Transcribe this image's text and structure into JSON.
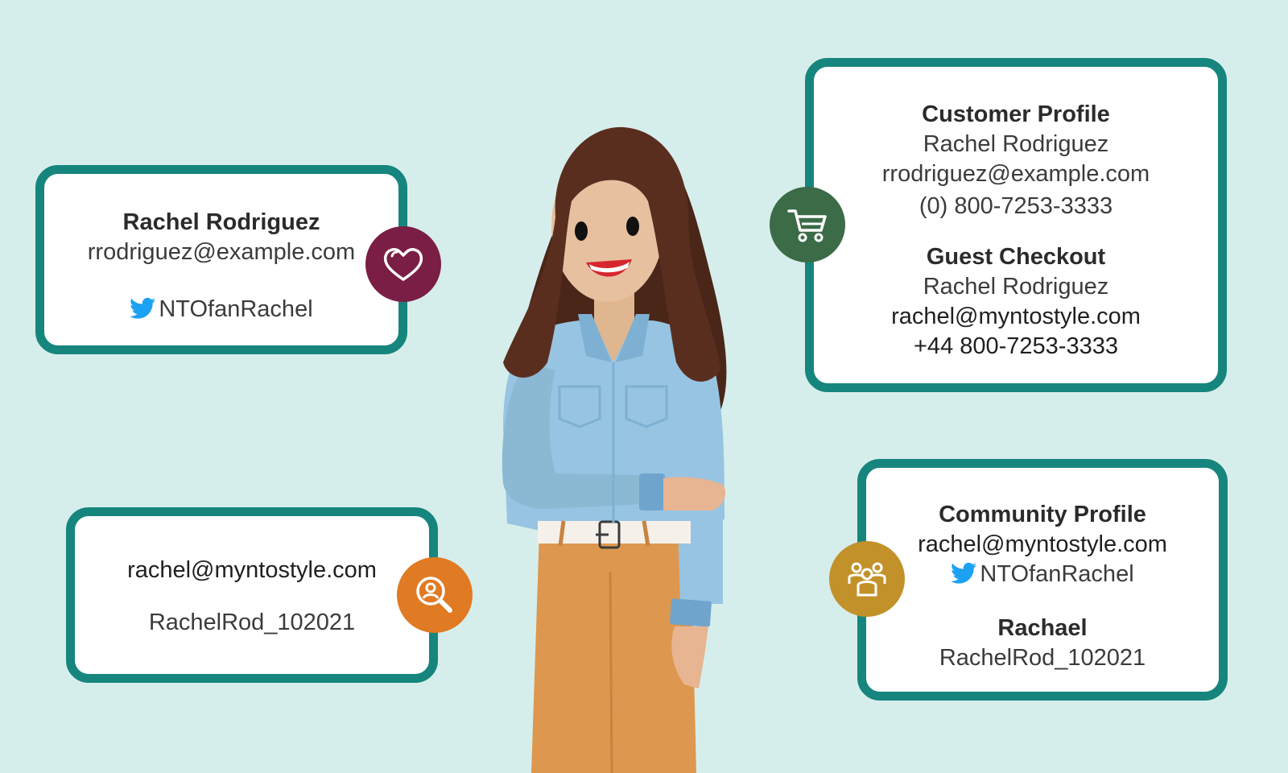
{
  "cards": {
    "left_top": {
      "name": "Rachel Rodriguez",
      "email": "rrodriguez@example.com",
      "twitter": "NTOfanRachel",
      "icon": "heart-icon",
      "icon_color": "#7a1e45"
    },
    "left_bottom": {
      "email": "rachel@myntostyle.com",
      "username": "RachelRod_102021",
      "icon": "search-person-icon",
      "icon_color": "#e07a23"
    },
    "right_top": {
      "customer_title": "Customer Profile",
      "customer_name": "Rachel Rodriguez",
      "customer_email": "rrodriguez@example.com",
      "customer_phone": "(0) 800-7253-3333",
      "guest_title": "Guest Checkout",
      "guest_name": "Rachel Rodriguez",
      "guest_email": "rachel@myntostyle.com",
      "guest_phone": "+44 800-7253-3333",
      "icon": "cart-icon",
      "icon_color": "#3b6b47"
    },
    "right_bottom": {
      "title": "Community Profile",
      "email": "rachel@myntostyle.com",
      "twitter": "NTOfanRachel",
      "nickname": "Rachael",
      "username": "RachelRod_102021",
      "icon": "community-icon",
      "icon_color": "#c39129"
    }
  },
  "colors": {
    "background": "#d6eeeb",
    "card_border": "#16857d",
    "twitter": "#1da1f2"
  }
}
